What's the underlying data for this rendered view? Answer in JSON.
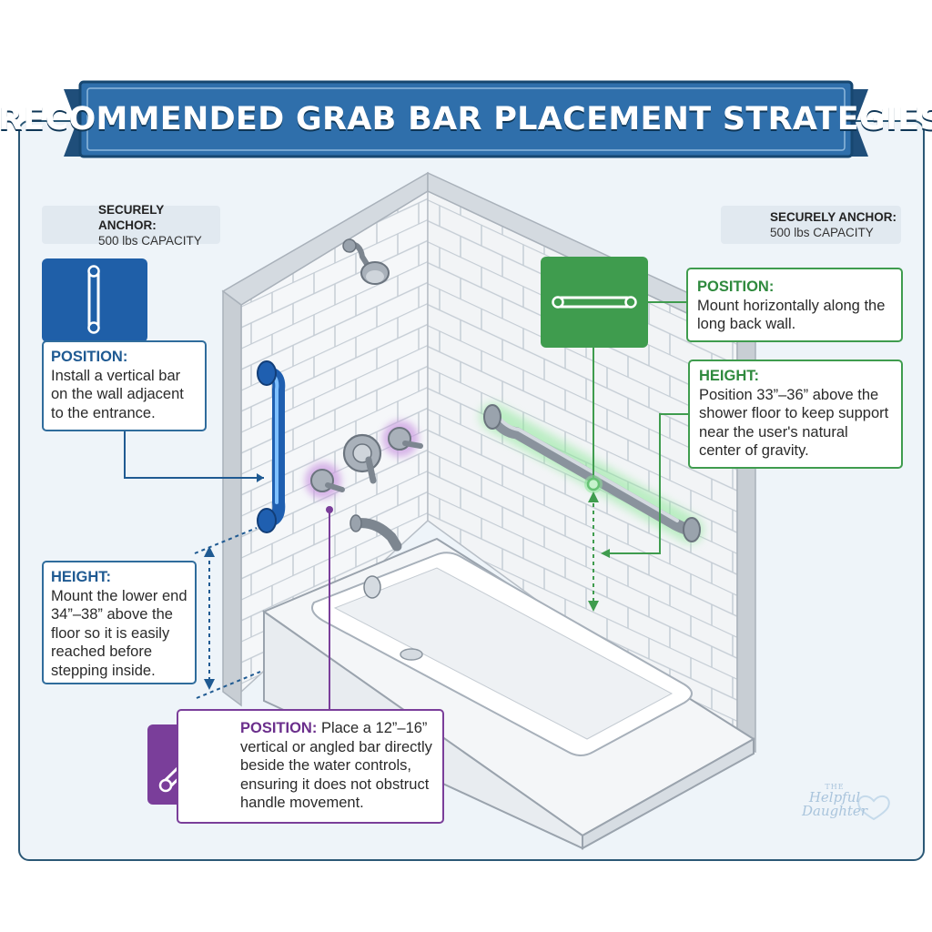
{
  "title": "RECOMMENDED GRAB BAR PLACEMENT STRATEGIES",
  "anchor_left": {
    "heading": "SECURELY ANCHOR:",
    "text": "500 lbs CAPACITY",
    "icon": "weight-bolt-icon"
  },
  "anchor_right": {
    "heading": "SECURELY ANCHOR:",
    "text": "500 lbs CAPACITY",
    "icon": "weight-bolt-icon"
  },
  "entrance_bar": {
    "icon": "vertical-bar-icon",
    "position_heading": "POSITION:",
    "position_text": "Install a vertical bar on the wall adjacent to the entrance.",
    "height_heading": "HEIGHT:",
    "height_text": "Mount the lower end 34”–38” above the floor so it is easily reached before stepping inside."
  },
  "back_wall_bar": {
    "icon": "horizontal-bar-icon",
    "position_heading": "POSITION:",
    "position_text": "Mount horizontally along the long back wall.",
    "height_heading": "HEIGHT:",
    "height_text": "Position 33”–36” above the shower floor to keep support near the user's natural center of gravity."
  },
  "control_bar": {
    "icon": "angled-bar-icon",
    "position_heading": "POSITION:",
    "position_text": "Place a 12”–16” vertical or angled bar directly beside the water controls, ensuring it does not obstruct handle movement."
  },
  "watermark": {
    "line1": "THE",
    "line2": "Helpful",
    "line3": "Daughter"
  },
  "colors": {
    "blue": "#1f5a92",
    "green": "#3f9c4e",
    "purple": "#7a3e9a",
    "banner": "#2f6fab"
  }
}
